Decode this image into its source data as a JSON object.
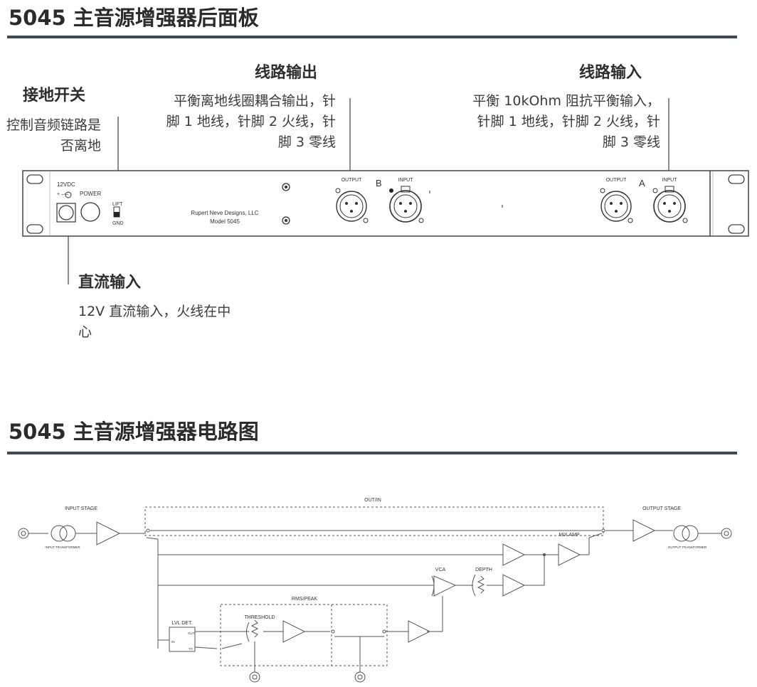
{
  "rear_panel": {
    "title": "5045 主音源增强器后面板",
    "callouts": {
      "ground_switch": {
        "title": "接地开关",
        "desc": "控制音频链路是否离地"
      },
      "line_output": {
        "title": "线路输出",
        "desc": "平衡离地线圈耦合输出，针脚 1 地线，针脚 2 火线，针脚 3 零线"
      },
      "line_input": {
        "title": "线路输入",
        "desc": "平衡 10kOhm 阻抗平衡输入，针脚 1 地线，针脚 2 火线，针脚 3 零线"
      },
      "dc_input": {
        "title": "直流输入",
        "desc": "12V 直流输入，火线在中心"
      }
    },
    "panel_labels": {
      "dc_rating": "12VDC",
      "polarity": "+ –◦–",
      "power": "POWER",
      "lift": "LIFT",
      "gnd": "GND",
      "maker": "Rupert Neve Designs, LLC",
      "model": "Model 5045",
      "output_b": "OUTPUT",
      "channel_b": "B",
      "input_b": "INPUT",
      "output_a": "OUTPUT",
      "channel_a": "A",
      "input_a": "INPUT"
    }
  },
  "circuit": {
    "title": "5045 主音源增强器电路图",
    "labels": {
      "input_stage": "INPUT STAGE",
      "input_transformer": "INPUT TRANSFORMER",
      "out_in": "OUT/IN",
      "output_stage": "OUTPUT STAGE",
      "output_transformer": "OUTPUT TRANSFORMER",
      "mix_amp": "MIX AMP",
      "vca": "VCA",
      "depth": "DEPTH",
      "rms_peak": "RMS/PEAK",
      "threshold": "THRESHOLD",
      "lvl_det": "LVL DET.",
      "det_out": "OUT",
      "det_in": "IN",
      "det_tc": "TC"
    }
  }
}
